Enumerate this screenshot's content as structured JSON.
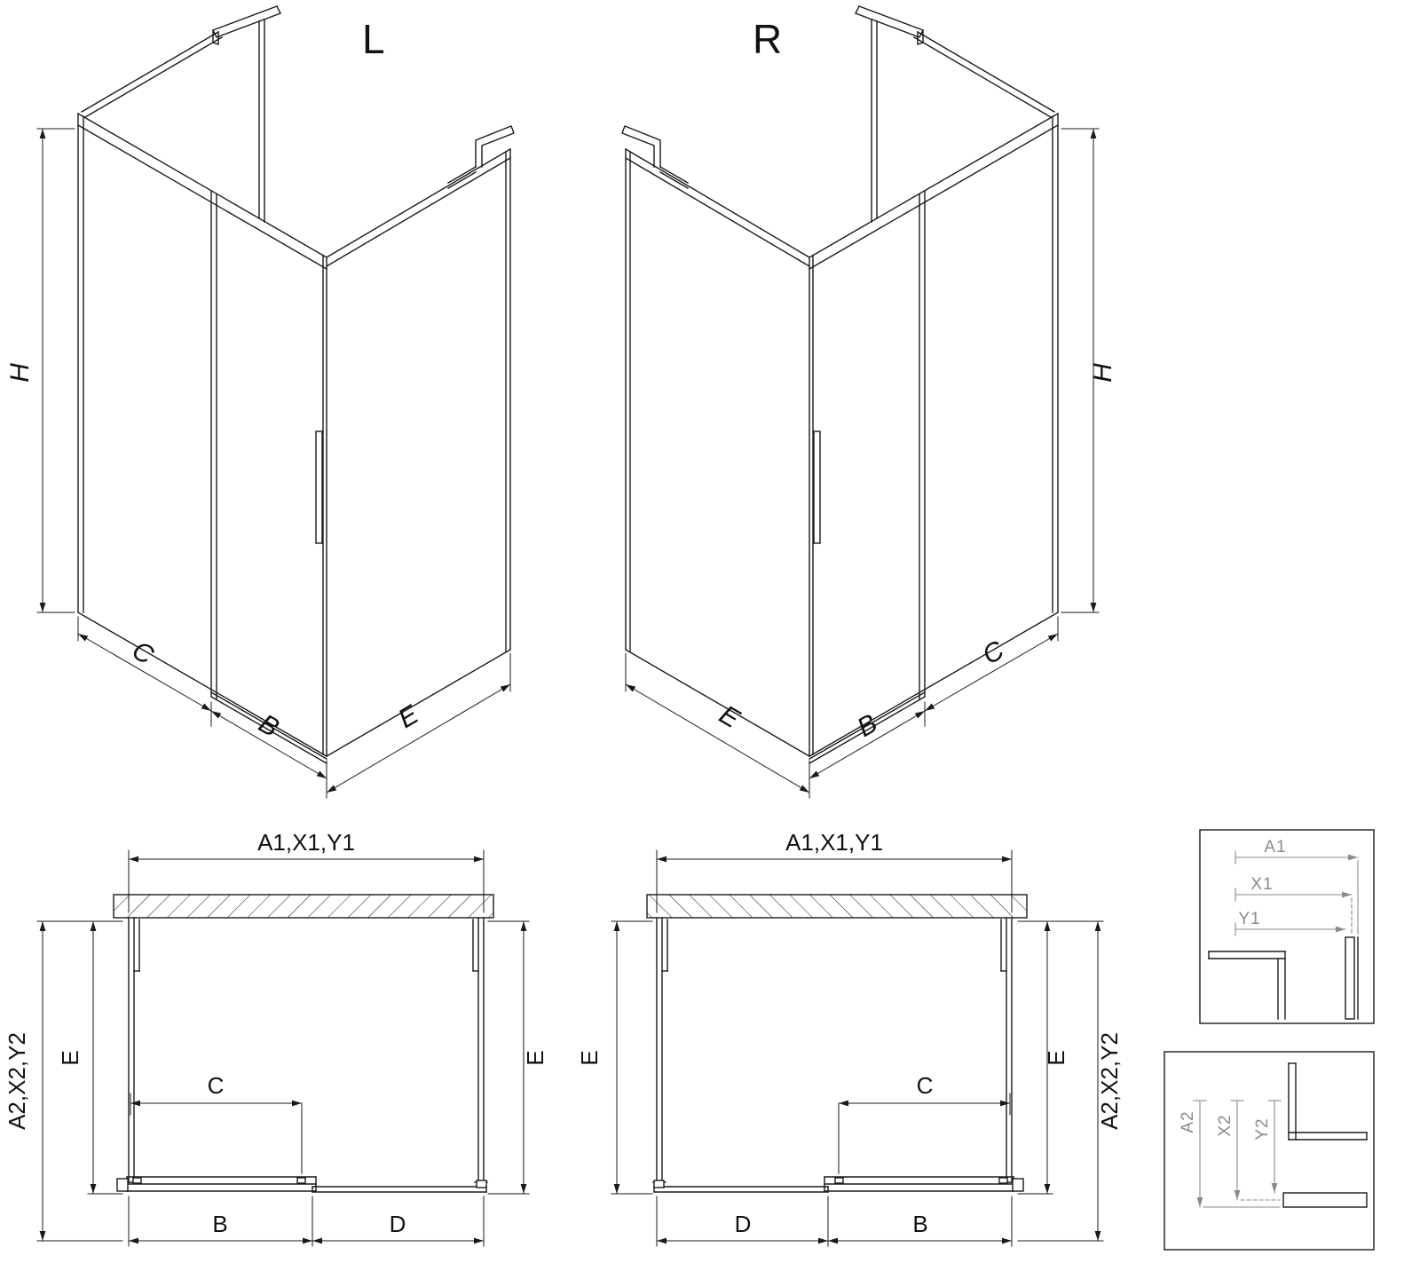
{
  "drawing": {
    "iso_left": {
      "title": "L",
      "dim_h": "H",
      "dim_c": "C",
      "dim_b": "B",
      "dim_e": "E"
    },
    "iso_right": {
      "title": "R",
      "dim_h": "H",
      "dim_c": "C",
      "dim_b": "B",
      "dim_e": "E"
    },
    "plan_left": {
      "dim_top": "A1,X1,Y1",
      "dim_left_outer": "A2,X2,Y2",
      "dim_left_inner": "E",
      "dim_right_inner": "E",
      "dim_c": "C",
      "dim_b": "B",
      "dim_d": "D"
    },
    "plan_right": {
      "dim_top": "A1,X1,Y1",
      "dim_right_outer": "A2,X2,Y2",
      "dim_left_inner": "E",
      "dim_right_inner": "E",
      "dim_c": "C",
      "dim_b": "B",
      "dim_d": "D"
    },
    "detail_top": {
      "dim_a1": "A1",
      "dim_x1": "X1",
      "dim_y1": "Y1"
    },
    "detail_bottom": {
      "dim_a2": "A2",
      "dim_x2": "X2",
      "dim_y2": "Y2"
    },
    "colors": {
      "line": "#1a1a1a",
      "detail_dim": "#8a8a8a",
      "background": "#ffffff"
    }
  }
}
